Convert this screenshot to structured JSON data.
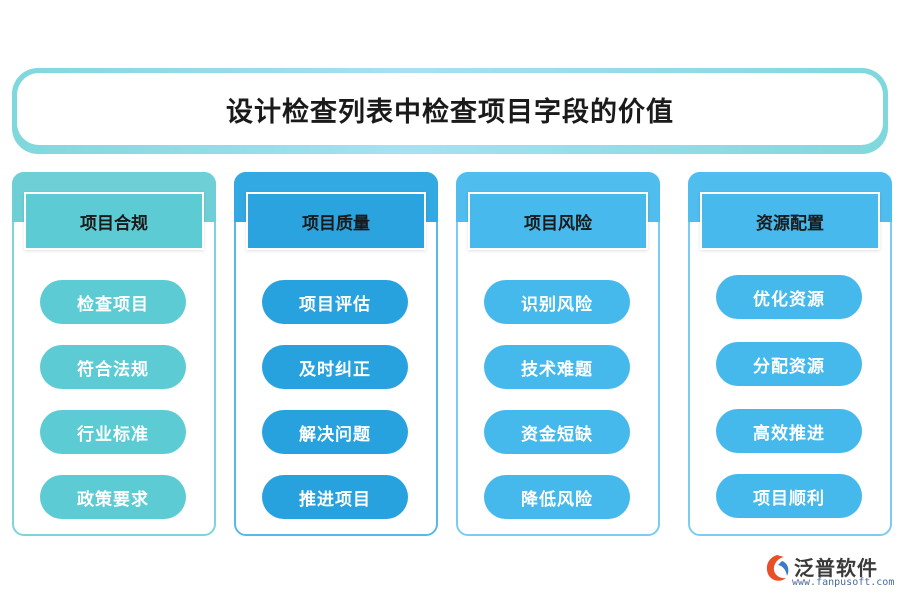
{
  "title": "设计检查列表中检查项目字段的价值",
  "columns": [
    {
      "header": "项目合规",
      "items": [
        "检查项目",
        "符合法规",
        "行业标准",
        "政策要求"
      ],
      "border_color": "#7fd3da",
      "band_color": "#6fcfd6",
      "header_color": "#5ccbd3",
      "pill_color": "#5ccbd3"
    },
    {
      "header": "项目质量",
      "items": [
        "项目评估",
        "及时纠正",
        "解决问题",
        "推进项目"
      ],
      "border_color": "#5ab8e8",
      "band_color": "#32a9e2",
      "header_color": "#2aa3de",
      "pill_color": "#28a2df"
    },
    {
      "header": "项目风险",
      "items": [
        "识别风险",
        "技术难题",
        "资金短缺",
        "降低风险"
      ],
      "border_color": "#7ccbf2",
      "band_color": "#4fbdee",
      "header_color": "#47b9ec",
      "pill_color": "#45b8ec"
    },
    {
      "header": "资源配置",
      "items": [
        "优化资源",
        "分配资源",
        "高效推进",
        "项目顺利"
      ],
      "border_color": "#7ccbf2",
      "band_color": "#4fbdee",
      "header_color": "#47b9ec",
      "pill_color": "#45b8ec"
    }
  ],
  "logo": {
    "name": "泛普软件",
    "url": "www.fanpusoft.com"
  }
}
